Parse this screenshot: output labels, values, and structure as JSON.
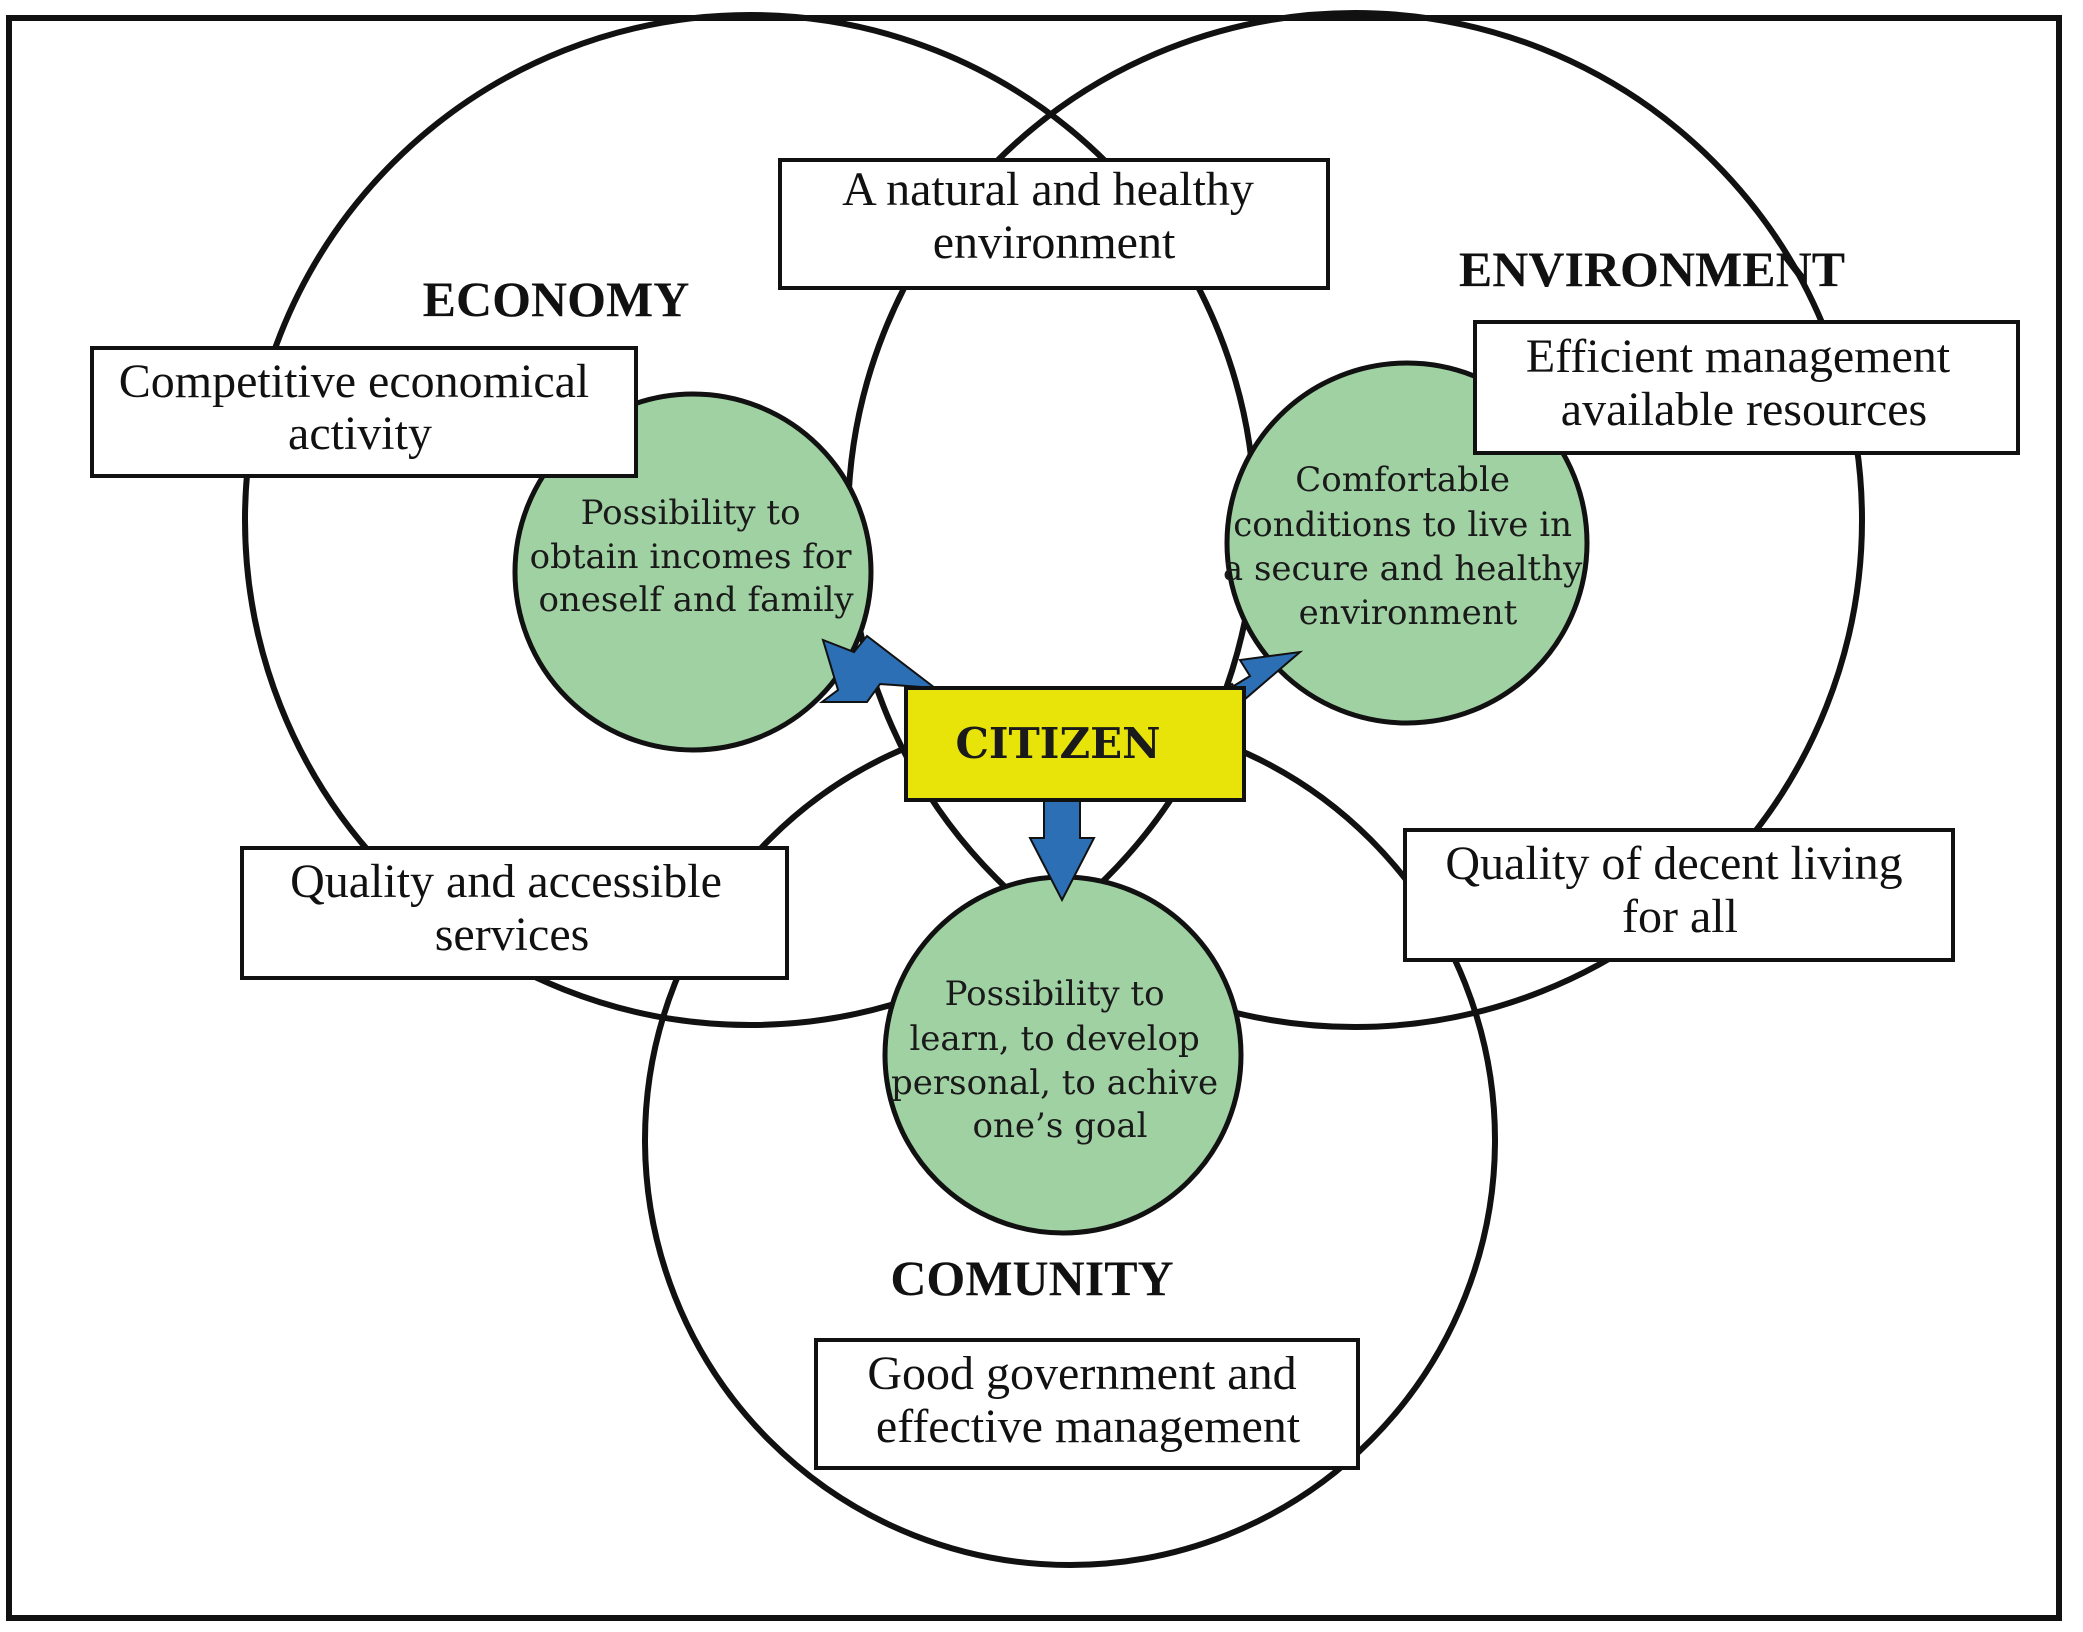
{
  "domains": {
    "economy": "ECONOMY",
    "environment": "ENVIRONMENT",
    "community": "COMUNITY"
  },
  "center": "CITIZEN",
  "inner_circles": {
    "economy": [
      "Possibility to",
      "obtain incomes for",
      "oneself and family"
    ],
    "environment": [
      "Comfortable",
      "conditions to live in",
      "a secure and healthy",
      "environment"
    ],
    "community": [
      "Possibility to",
      "learn, to develop",
      "personal, to achive",
      "one’s goal"
    ]
  },
  "boxes": {
    "top": [
      "A natural and healthy",
      "environment"
    ],
    "economy": [
      "Competitive economical",
      "activity"
    ],
    "environment": [
      "Efficient management",
      "available resources"
    ],
    "left": [
      "Quality and accessible",
      "services"
    ],
    "right": [
      "Quality of decent living",
      "for all"
    ],
    "bottom": [
      "Good government and",
      "effective management"
    ]
  },
  "colors": {
    "inner_circle_fill": "#a0d1a3",
    "citizen_fill": "#e8e40a",
    "arrow_fill": "#2d6fb4",
    "stroke": "#111111"
  }
}
